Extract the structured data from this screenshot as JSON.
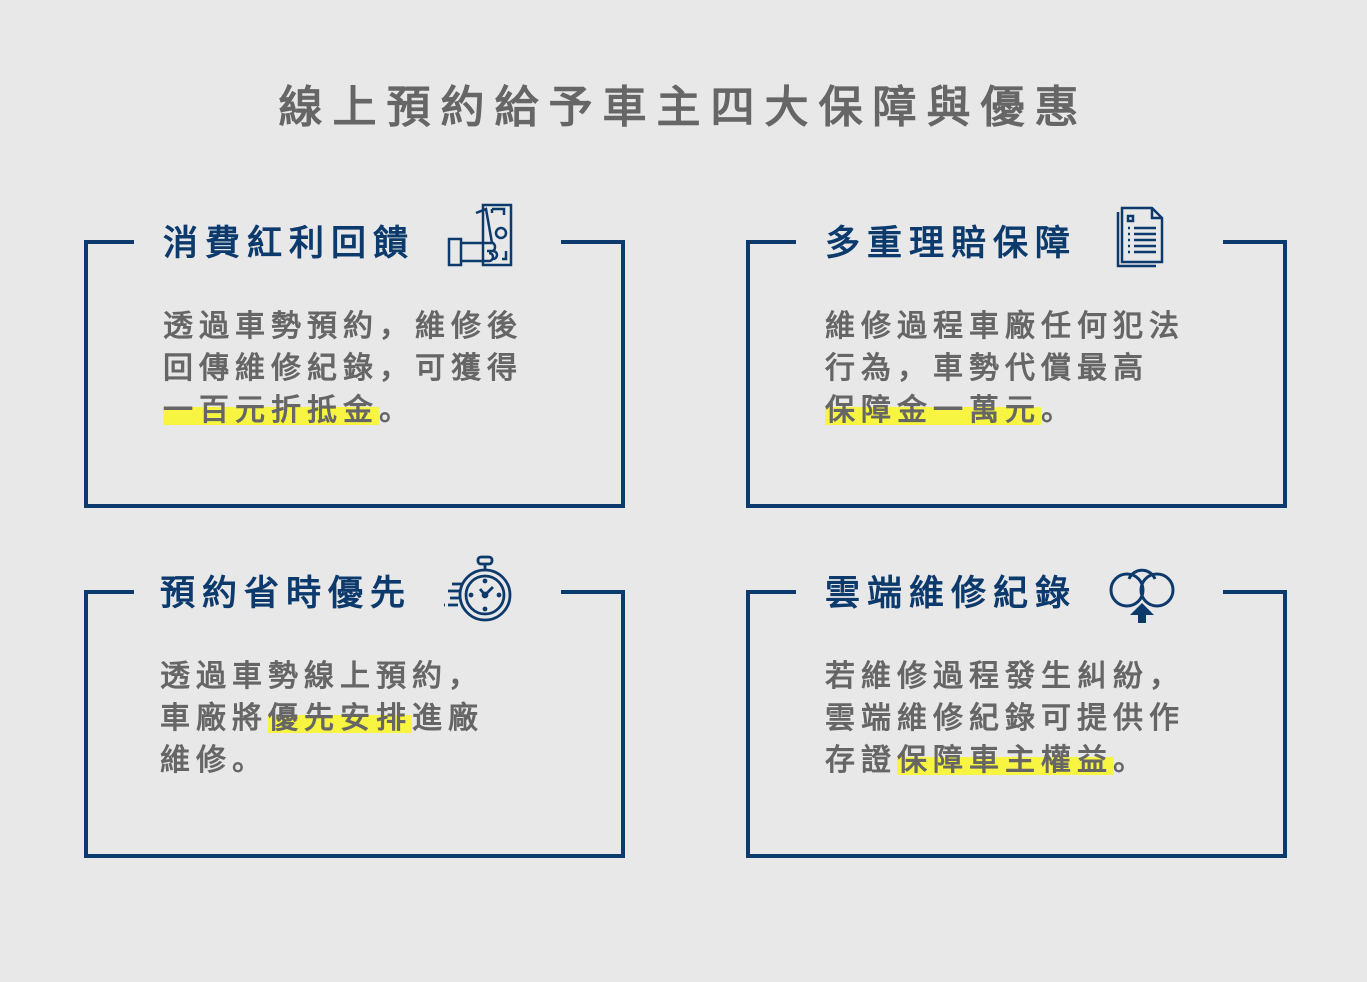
{
  "page": {
    "title": "線上預約給予車主四大保障與優惠"
  },
  "colors": {
    "background": "#e8e8e8",
    "navy": "#0d3a6c",
    "body_text": "#666666",
    "highlight": "#f7f442"
  },
  "cards": [
    {
      "heading": "消費紅利回饋",
      "icon": "hand-holding-cash-icon",
      "lines": [
        {
          "pre": "透過車勢預約，維修後",
          "hl": "",
          "post": ""
        },
        {
          "pre": "回傳維修紀錄，可獲得",
          "hl": "",
          "post": ""
        },
        {
          "pre": "",
          "hl": "一百元折抵金",
          "post": "。"
        }
      ]
    },
    {
      "heading": "多重理賠保障",
      "icon": "document-list-icon",
      "lines": [
        {
          "pre": "維修過程車廠任何犯法",
          "hl": "",
          "post": ""
        },
        {
          "pre": "行為，車勢代償最高",
          "hl": "",
          "post": ""
        },
        {
          "pre": "",
          "hl": "保障金一萬元",
          "post": "。"
        }
      ]
    },
    {
      "heading": "預約省時優先",
      "icon": "stopwatch-icon",
      "lines": [
        {
          "pre": "透過車勢線上預約，",
          "hl": "",
          "post": ""
        },
        {
          "pre": "車廠將",
          "hl": "優先安排",
          "post": "進廠"
        },
        {
          "pre": "維修。",
          "hl": "",
          "post": ""
        }
      ]
    },
    {
      "heading": "雲端維修紀錄",
      "icon": "cloud-upload-icon",
      "lines": [
        {
          "pre": "若維修過程發生糾紛，",
          "hl": "",
          "post": ""
        },
        {
          "pre": "雲端維修紀錄可提供作",
          "hl": "",
          "post": ""
        },
        {
          "pre": "存證",
          "hl": "保障車主權益",
          "post": "。"
        }
      ]
    }
  ]
}
